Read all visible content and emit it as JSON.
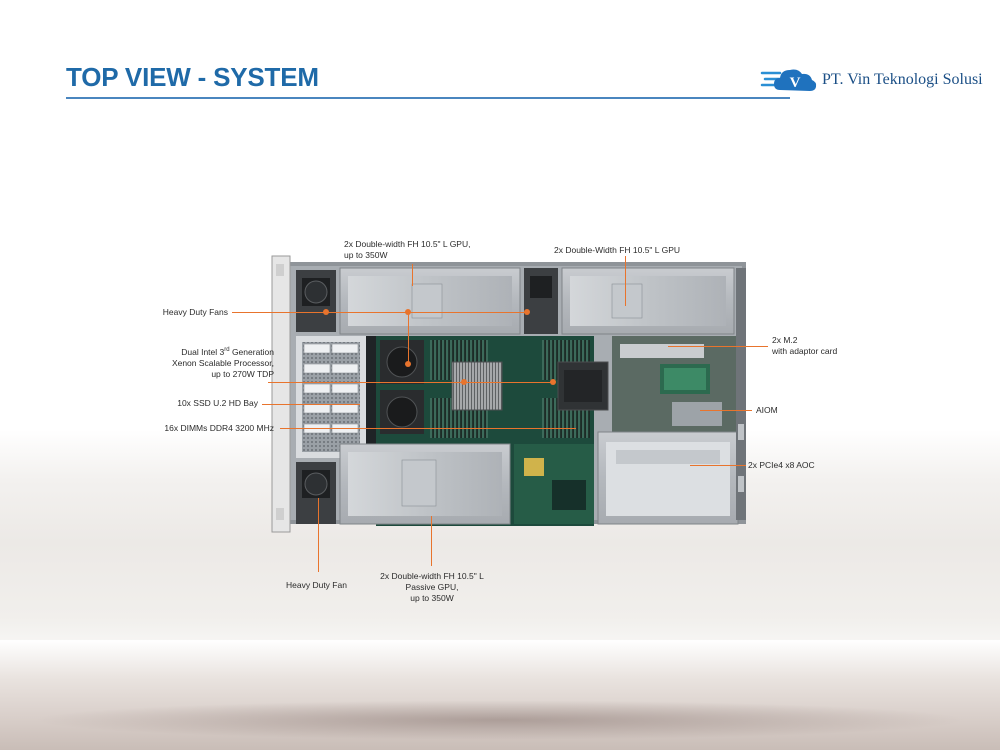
{
  "header": {
    "title": "TOP VIEW - SYSTEM",
    "logo_letter": "V",
    "company": "PT. Vin Teknologi Solusi"
  },
  "colors": {
    "title_blue": "#1f6aa8",
    "callout_orange": "#e8742d",
    "logo_blue": "#1b4f86"
  },
  "callouts": {
    "gpu_top_left": [
      "2x Double-width FH 10.5\" L GPU,",
      "up to 350W"
    ],
    "gpu_top_right": "2x Double-Width FH 10.5\" L GPU",
    "fans_top": "Heavy Duty Fans",
    "cpu": {
      "line1_prefix": "Dual Intel 3",
      "line1_sup": "rd",
      "line1_suffix": " Generation",
      "line2": "Xenon Scalable Processor,",
      "line3": "up to 270W TDP"
    },
    "ssd": "10x SSD U.2 HD Bay",
    "dimms": "16x DIMMs DDR4 3200 MHz",
    "m2": [
      "2x M.2",
      "with adaptor card"
    ],
    "aiom": "AIOM",
    "pcie": "2x PCIe4 x8 AOC",
    "fan_bottom": "Heavy Duty Fan",
    "gpu_bottom": [
      "2x Double-width FH 10.5\" L",
      "Passive GPU,",
      "up to 350W"
    ]
  }
}
